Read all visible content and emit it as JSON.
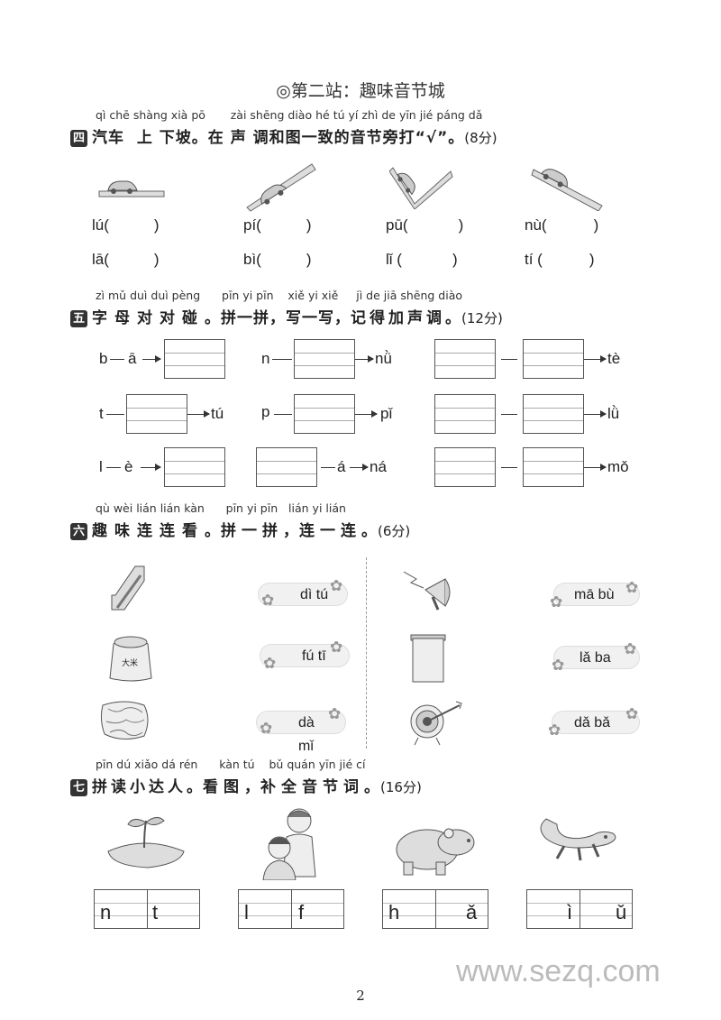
{
  "title": "◎第二站：趣味音节城",
  "q4": {
    "num": "四",
    "pinyin": [
      "qì chē",
      "shàng",
      "xià",
      "pō",
      "zài",
      "shēng",
      "diào",
      "hé",
      "tú",
      "yí",
      "zhì",
      "de",
      "yīn",
      "jié",
      "páng",
      "dǎ"
    ],
    "hanzi": [
      "汽车",
      "上",
      "下坡",
      "。",
      "在",
      "声",
      "调",
      "和",
      "图",
      "一",
      "致",
      "的",
      "音",
      "节",
      "旁",
      "打“√”。"
    ],
    "score": "(8分)",
    "row1": [
      "lú(",
      ")",
      "pí(",
      ")",
      "pū(",
      ")",
      "nù(",
      ")"
    ],
    "row2": [
      "lā(",
      ")",
      "bì(",
      ")",
      "lǐ (",
      ")",
      "tí (",
      ")"
    ]
  },
  "q5": {
    "num": "五",
    "pinyin": [
      "zì mǔ duì duì pèng",
      "pīn yi pīn",
      "xiě yi xiě",
      "jì de jiā shēng diào"
    ],
    "hanzi": [
      "字母对对碰",
      "。",
      "拼一拼",
      "，",
      "写一写",
      "，",
      "记得加声调",
      "。"
    ],
    "score": "(12分)",
    "labels": [
      "b",
      "ā",
      "n",
      "nǜ",
      "tè",
      "t",
      "tú",
      "p",
      "pǐ",
      "lǜ",
      "l",
      "è",
      "á",
      "ná",
      "mǒ"
    ]
  },
  "q6": {
    "num": "六",
    "pinyin": [
      "qù wèi lián lián kàn",
      "pīn yi pīn",
      "lián yi lián"
    ],
    "hanzi": [
      "趣味连连看",
      "。",
      "拼一拼",
      "，",
      "连一连",
      "。"
    ],
    "score": "(6分)",
    "cards": [
      "dì tú",
      "fú tī",
      "dà mǐ",
      "mā bù",
      "lǎ ba",
      "dǎ bǎ"
    ],
    "bag_text": "大米"
  },
  "q7": {
    "num": "七",
    "pinyin": [
      "pīn dú xiǎo dá rén",
      "kàn tú",
      "bǔ quán yīn jié cí"
    ],
    "hanzi": [
      "拼读小达人",
      "。",
      "看图",
      "，",
      "补全音节词",
      "。"
    ],
    "score": "(16分)",
    "grids": [
      [
        "n",
        "t"
      ],
      [
        "l",
        "f"
      ],
      [
        "h",
        "ǎ"
      ],
      [
        "ì",
        "ǔ"
      ]
    ]
  },
  "page_number": "2",
  "watermark": "www.sezq.com"
}
